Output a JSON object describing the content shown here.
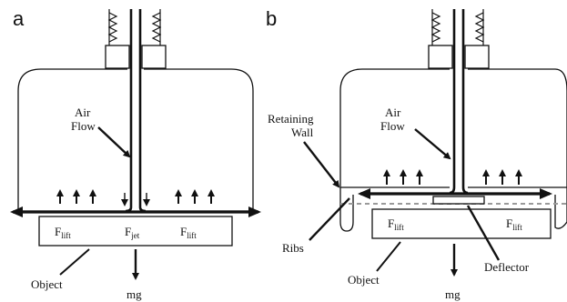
{
  "panels": {
    "a": {
      "letter": "a",
      "air_flow": [
        "Air",
        "Flow"
      ],
      "f_lift_left": {
        "base": "F",
        "sub": "lift"
      },
      "f_jet": {
        "base": "F",
        "sub": "jet"
      },
      "f_lift_right": {
        "base": "F",
        "sub": "lift"
      },
      "object": "Object",
      "mg": "mg"
    },
    "b": {
      "letter": "b",
      "retaining_wall": [
        "Retaining",
        "Wall"
      ],
      "air_flow": [
        "Air",
        "Flow"
      ],
      "f_lift_left": {
        "base": "F",
        "sub": "lift"
      },
      "f_lift_right": {
        "base": "F",
        "sub": "lift"
      },
      "ribs": "Ribs",
      "object": "Object",
      "deflector": "Deflector",
      "mg": "mg"
    }
  },
  "colors": {
    "ink": "#111111",
    "dashed": "#9a9a9a",
    "dark": "#1a1a1a"
  }
}
